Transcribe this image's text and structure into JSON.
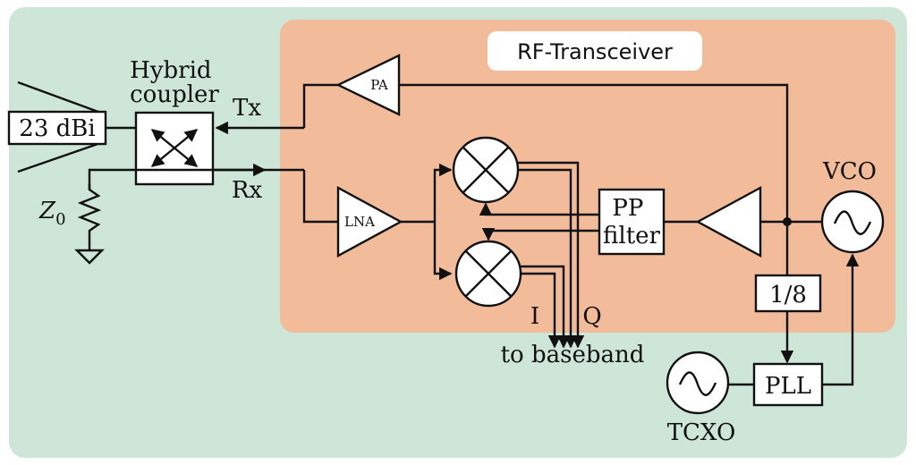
{
  "diagram": {
    "title": "RF-Transceiver",
    "antenna_gain": "23 dBi",
    "hybrid_coupler": "Hybrid\ncoupler",
    "tx": "Tx",
    "rx": "Rx",
    "impedance": "Z",
    "impedance_sub": "0",
    "pa": "PA",
    "lna": "LNA",
    "pp_filter": "PP\nfilter",
    "vco": "VCO",
    "divider": "1/8",
    "pll": "PLL",
    "tcxo": "TCXO",
    "i": "I",
    "q": "Q",
    "to_baseband": "to baseband"
  },
  "colors": {
    "outer_bg": "#cde6d8",
    "transceiver_bg": "#f2bc9b",
    "title_pill": "#ffffff",
    "stroke": "#111111"
  }
}
